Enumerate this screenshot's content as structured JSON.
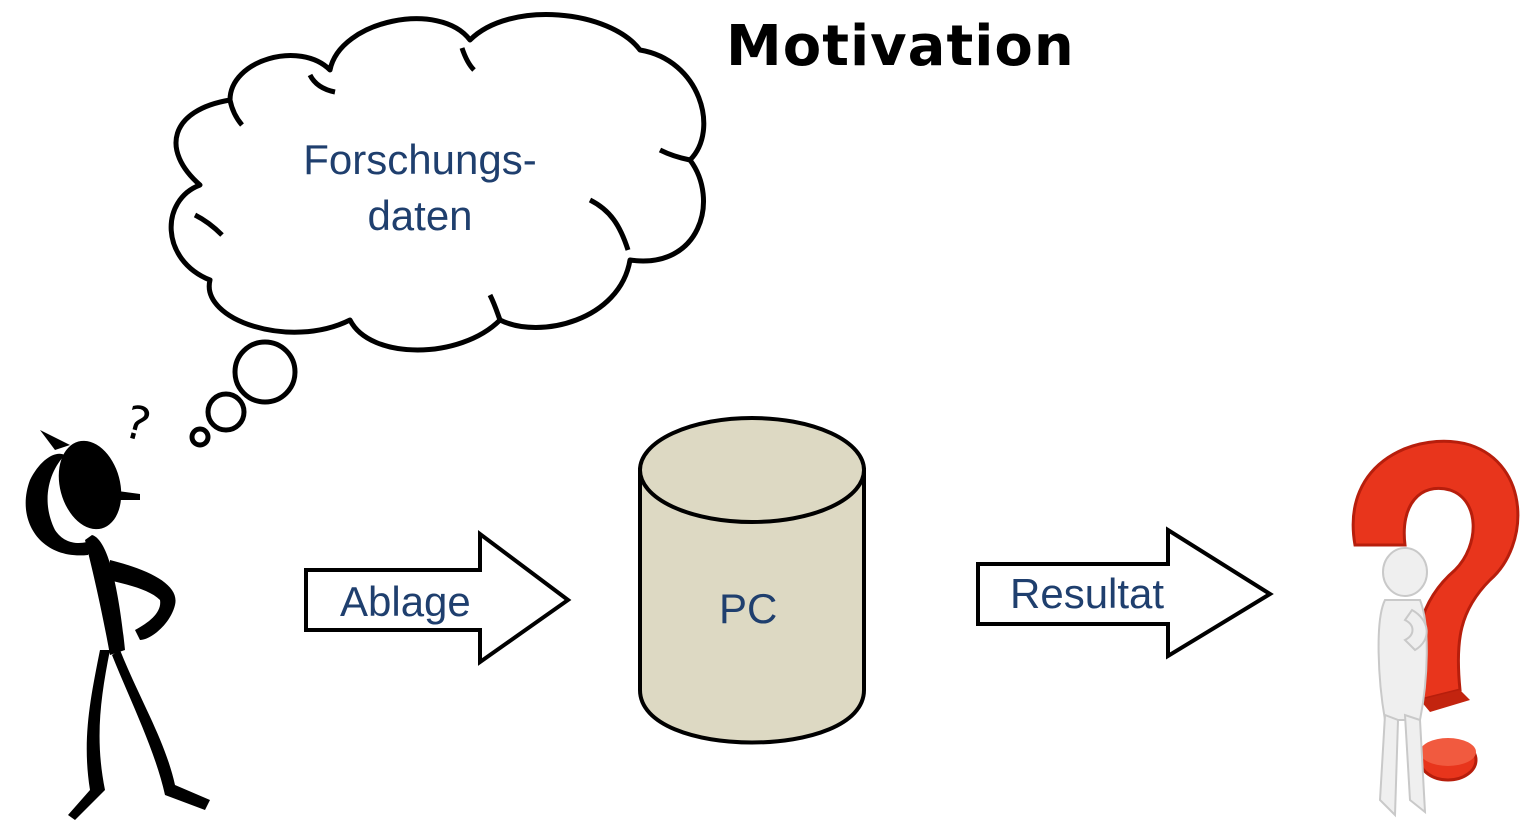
{
  "slide": {
    "title": "Motivation",
    "cloud": {
      "line1": "Forschungs-",
      "line2": "daten"
    },
    "arrow_left_label": "Ablage",
    "database_label": "PC",
    "arrow_right_label": "Resultat",
    "small_question_mark": "?"
  },
  "colors": {
    "label_text": "#1f3f6e",
    "cylinder_fill": "#ddd9c3",
    "question_mark_red": "#e8351c",
    "outline": "#000000"
  }
}
